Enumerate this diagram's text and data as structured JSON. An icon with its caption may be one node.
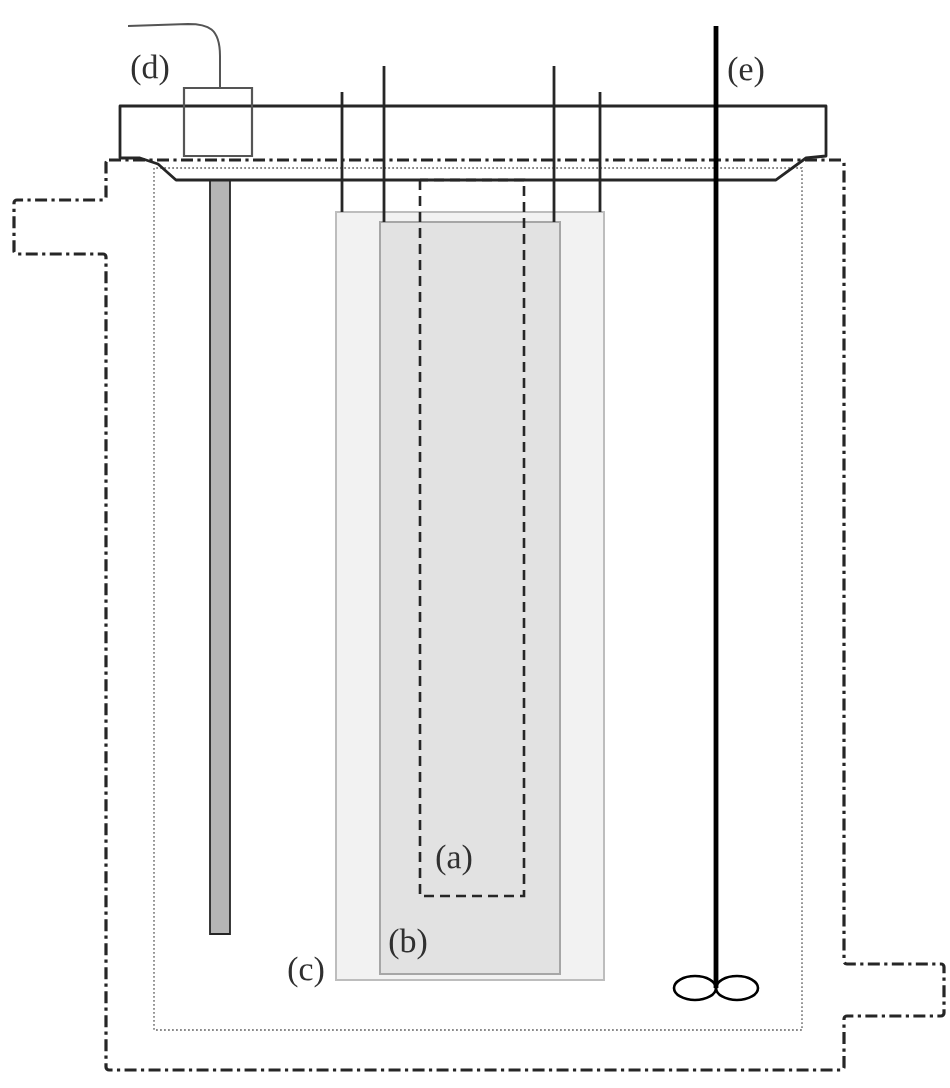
{
  "diagram": {
    "nodes": [
      {
        "text": [],
        "shape": "box"
      }
    ],
    "labels": [
      "(d)",
      "(e)",
      "(a)",
      "(b)",
      "(c)"
    ]
  }
}
